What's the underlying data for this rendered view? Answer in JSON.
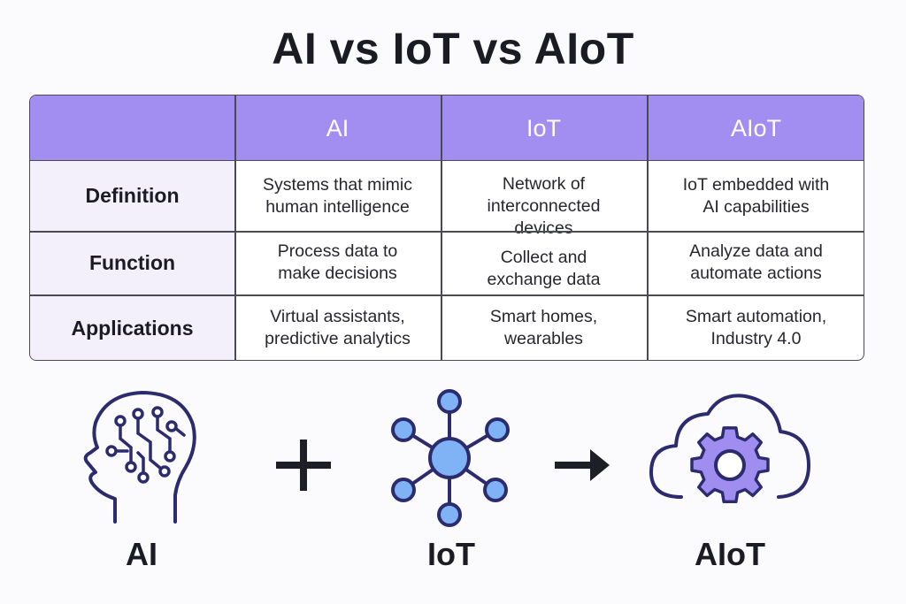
{
  "title": "AI vs IoT vs AIoT",
  "table": {
    "columns": [
      "AI",
      "IoT",
      "AIoT"
    ],
    "rows": [
      {
        "label": "Definition",
        "cells": [
          "Systems that mimic\nhuman intelligence",
          "Network of\ninterconnected\ndevices",
          "IoT embedded with\nAI capabilities"
        ]
      },
      {
        "label": "Function",
        "cells": [
          "Process data to\nmake decisions",
          "Collect and\nexchange data",
          "Analyze data and\nautomate actions"
        ]
      },
      {
        "label": "Applications",
        "cells": [
          "Virtual assistants,\npredictive analytics",
          "Smart homes,\nwearables",
          "Smart automation,\nIndustry 4.0"
        ]
      }
    ]
  },
  "equation": {
    "items": [
      {
        "label": "AI",
        "icon": "brain-head-icon"
      },
      {
        "label": "IoT",
        "icon": "network-hub-icon"
      },
      {
        "label": "AIoT",
        "icon": "cloud-gear-icon"
      }
    ],
    "operator_plus": "plus-icon",
    "operator_arrow": "arrow-right-icon"
  },
  "colors": {
    "header": "#a28ef0",
    "label_column": "#f3f0fb",
    "icon_stroke": "#2b2b6e",
    "node_fill": "#7fb3f5",
    "gear_fill": "#9f8ef0"
  }
}
